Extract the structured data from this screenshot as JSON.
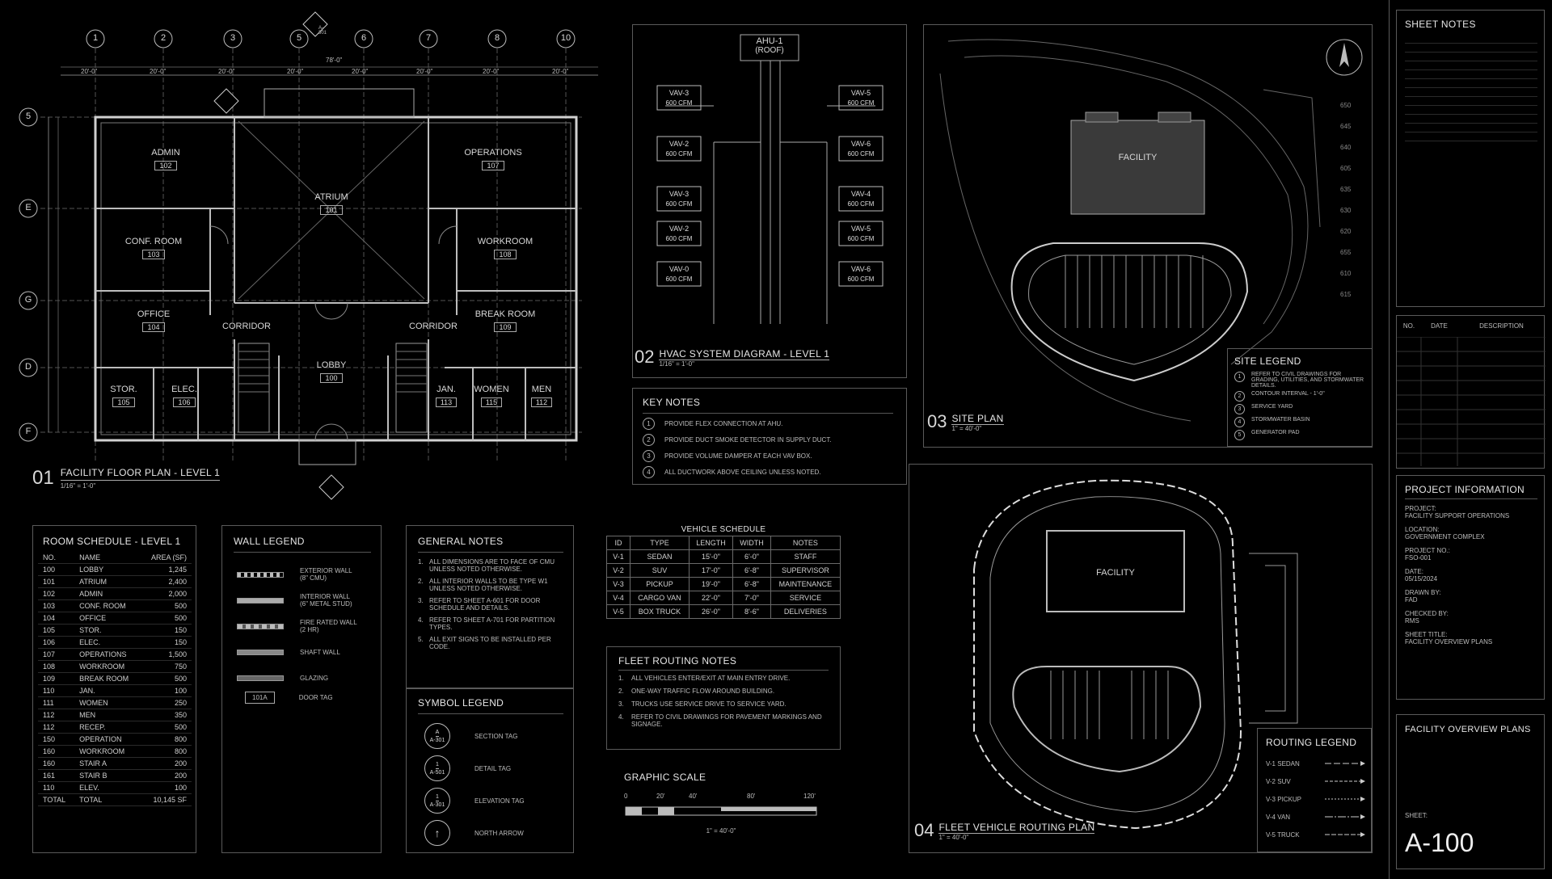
{
  "floor_plan": {
    "title": "FACILITY FLOOR PLAN - LEVEL 1",
    "num": "01",
    "scale": "1/16\" = 1'-0\"",
    "grid_cols": [
      "1",
      "2",
      "3",
      "5",
      "6",
      "7",
      "8",
      "10"
    ],
    "grid_rows": [
      "5",
      "E",
      "G",
      "D",
      "F"
    ],
    "dims": [
      "20'-0\"",
      "20'-0\"",
      "20'-0\"",
      "20'-0\"",
      "20'-0\"",
      "20'-0\"",
      "20'-0\"",
      "20'-0\""
    ],
    "dim_overall": "78'-0\"",
    "rooms": [
      {
        "name": "ADMIN",
        "num": "102"
      },
      {
        "name": "OPERATIONS",
        "num": "107"
      },
      {
        "name": "ATRIUM",
        "num": "101"
      },
      {
        "name": "CONF. ROOM",
        "num": "103"
      },
      {
        "name": "WORKROOM",
        "num": "108"
      },
      {
        "name": "OFFICE",
        "num": "104"
      },
      {
        "name": "BREAK ROOM",
        "num": "109"
      },
      {
        "name": "STOR.",
        "num": "105"
      },
      {
        "name": "ELEC.",
        "num": "106"
      },
      {
        "name": "LOBBY",
        "num": "100"
      },
      {
        "name": "JAN.",
        "num": "113"
      },
      {
        "name": "WOMEN",
        "num": "115"
      },
      {
        "name": "MEN",
        "num": "112"
      }
    ],
    "corridor_left": "CORRIDOR",
    "corridor_right": "CORRIDOR",
    "section_tag": "A-301"
  },
  "hvac": {
    "num": "02",
    "title": "HVAC SYSTEM DIAGRAM - LEVEL 1",
    "scale": "1/16\" = 1'-0\"",
    "ahu": "AHU-1",
    "ahu_sub": "(ROOF)",
    "left_boxes": [
      {
        "l1": "VAV-3",
        "l2": "600 CFM"
      },
      {
        "l1": "VAV-2",
        "l2": "600 CFM"
      },
      {
        "l1": "VAV-3",
        "l2": "600 CFM"
      },
      {
        "l1": "VAV-2",
        "l2": "600 CFM"
      },
      {
        "l1": "VAV-0",
        "l2": "600 CFM"
      }
    ],
    "right_boxes": [
      {
        "l1": "VAV-5",
        "l2": "600 CFM"
      },
      {
        "l1": "VAV-6",
        "l2": "600 CFM"
      },
      {
        "l1": "VAV-4",
        "l2": "600 CFM"
      },
      {
        "l1": "VAV-5",
        "l2": "600 CFM"
      },
      {
        "l1": "VAV-6",
        "l2": "600 CFM"
      }
    ]
  },
  "key_notes": {
    "title": "KEY NOTES",
    "items": [
      {
        "n": "1",
        "t": "PROVIDE FLEX CONNECTION AT AHU."
      },
      {
        "n": "2",
        "t": "PROVIDE DUCT SMOKE DETECTOR IN SUPPLY DUCT."
      },
      {
        "n": "3",
        "t": "PROVIDE VOLUME DAMPER AT EACH VAV BOX."
      },
      {
        "n": "4",
        "t": "ALL DUCTWORK ABOVE CEILING UNLESS NOTED."
      }
    ]
  },
  "site_plan": {
    "num": "03",
    "title": "SITE PLAN",
    "scale": "1\" = 40'-0\"",
    "facility": "FACILITY",
    "contours": [
      "650",
      "645",
      "640",
      "605",
      "635",
      "630",
      "620",
      "655",
      "610",
      "615"
    ],
    "legend_title": "SITE LEGEND",
    "legend": [
      {
        "n": "1",
        "t": "REFER TO CIVIL DRAWINGS FOR GRADING, UTILITIES, AND STORMWATER DETAILS."
      },
      {
        "n": "2",
        "t": "CONTOUR INTERVAL - 1'-0\""
      },
      {
        "n": "3",
        "t": "SERVICE YARD"
      },
      {
        "n": "4",
        "t": "STORMWATER BASIN"
      },
      {
        "n": "5",
        "t": "GENERATOR PAD"
      }
    ]
  },
  "room_schedule": {
    "title": "ROOM SCHEDULE - LEVEL 1",
    "headers": [
      "NO.",
      "NAME",
      "AREA (SF)"
    ],
    "rows": [
      [
        "100",
        "LOBBY",
        "1,245"
      ],
      [
        "101",
        "ATRIUM",
        "2,400"
      ],
      [
        "102",
        "ADMIN",
        "2,000"
      ],
      [
        "103",
        "CONF. ROOM",
        "500"
      ],
      [
        "104",
        "OFFICE",
        "500"
      ],
      [
        "105",
        "STOR.",
        "150"
      ],
      [
        "106",
        "ELEC.",
        "150"
      ],
      [
        "107",
        "OPERATIONS",
        "1,500"
      ],
      [
        "108",
        "WORKROOM",
        "750"
      ],
      [
        "109",
        "BREAK ROOM",
        "500"
      ],
      [
        "110",
        "JAN.",
        "100"
      ],
      [
        "111",
        "WOMEN",
        "250"
      ],
      [
        "112",
        "MEN",
        "350"
      ],
      [
        "112",
        "RECEP.",
        "500"
      ],
      [
        "150",
        "OPERATION",
        "800"
      ],
      [
        "160",
        "WORKROOM",
        "800"
      ],
      [
        "160",
        "STAIR A",
        "200"
      ],
      [
        "161",
        "STAIR B",
        "200"
      ],
      [
        "110",
        "ELEV.",
        "100"
      ]
    ],
    "total": [
      "TOTAL",
      "TOTAL",
      "10,145 SF"
    ]
  },
  "wall_legend": {
    "title": "WALL LEGEND",
    "items": [
      {
        "l1": "EXTERIOR WALL",
        "l2": "(8\" CMU)"
      },
      {
        "l1": "INTERIOR WALL",
        "l2": "(6\" METAL STUD)"
      },
      {
        "l1": "FIRE RATED WALL",
        "l2": "(2 HR)"
      },
      {
        "l1": "SHAFT WALL",
        "l2": ""
      },
      {
        "l1": "GLAZING",
        "l2": ""
      }
    ],
    "door_tag": "101A",
    "door_label": "DOOR TAG"
  },
  "general_notes": {
    "title": "GENERAL NOTES",
    "items": [
      {
        "n": "1.",
        "t": "ALL DIMENSIONS ARE TO FACE OF CMU UNLESS NOTED OTHERWISE."
      },
      {
        "n": "2.",
        "t": "ALL INTERIOR WALLS TO BE TYPE W1 UNLESS NOTED OTHERWISE."
      },
      {
        "n": "3.",
        "t": "REFER TO SHEET A-601 FOR DOOR SCHEDULE AND DETAILS."
      },
      {
        "n": "4.",
        "t": "REFER TO SHEET A-701 FOR PARTITION TYPES."
      },
      {
        "n": "5.",
        "t": "ALL EXIT SIGNS TO BE INSTALLED PER CODE."
      }
    ]
  },
  "symbol_legend": {
    "title": "SYMBOL LEGEND",
    "items": [
      {
        "top": "A",
        "bot": "A-301",
        "label": "SECTION TAG"
      },
      {
        "top": "1",
        "bot": "A-501",
        "label": "DETAIL TAG"
      },
      {
        "top": "1",
        "bot": "A-301",
        "label": "ELEVATION TAG"
      },
      {
        "top": "",
        "bot": "",
        "label": "NORTH ARROW"
      }
    ]
  },
  "vehicle_schedule": {
    "title": "VEHICLE SCHEDULE",
    "headers": [
      "ID",
      "TYPE",
      "LENGTH",
      "WIDTH",
      "NOTES"
    ],
    "rows": [
      [
        "V-1",
        "SEDAN",
        "15'-0\"",
        "6'-0\"",
        "STAFF"
      ],
      [
        "V-2",
        "SUV",
        "17'-0\"",
        "6'-8\"",
        "SUPERVISOR"
      ],
      [
        "V-3",
        "PICKUP",
        "19'-0\"",
        "6'-8\"",
        "MAINTENANCE"
      ],
      [
        "V-4",
        "CARGO VAN",
        "22'-0\"",
        "7'-0\"",
        "SERVICE"
      ],
      [
        "V-5",
        "BOX TRUCK",
        "26'-0\"",
        "8'-6\"",
        "DELIVERIES"
      ]
    ]
  },
  "fleet_notes": {
    "title": "FLEET ROUTING NOTES",
    "items": [
      {
        "n": "1.",
        "t": "ALL VEHICLES ENTER/EXIT AT MAIN ENTRY DRIVE."
      },
      {
        "n": "2.",
        "t": "ONE-WAY TRAFFIC FLOW AROUND BUILDING."
      },
      {
        "n": "3.",
        "t": "TRUCKS USE SERVICE DRIVE TO SERVICE YARD."
      },
      {
        "n": "4.",
        "t": "REFER TO CIVIL DRAWINGS FOR PAVEMENT MARKINGS AND SIGNAGE."
      }
    ]
  },
  "graphic_scale": {
    "title": "GRAPHIC SCALE",
    "ticks": [
      "0",
      "20'",
      "40'",
      "80'",
      "120'"
    ],
    "scale": "1\" = 40'-0\""
  },
  "routing_plan": {
    "num": "04",
    "title": "FLEET VEHICLE ROUTING PLAN",
    "scale": "1\" = 40'-0\"",
    "facility": "FACILITY",
    "legend_title": "ROUTING LEGEND",
    "legend": [
      "V-1 SEDAN",
      "V-2 SUV",
      "V-3 PICKUP",
      "V-4 VAN",
      "V-5 TRUCK"
    ]
  },
  "title_block": {
    "sheet_notes": "SHEET NOTES",
    "rev_headers": [
      "NO.",
      "DATE",
      "DESCRIPTION"
    ],
    "project_info": "PROJECT INFORMATION",
    "fields": [
      {
        "label": "PROJECT:",
        "value": "FACILITY SUPPORT OPERATIONS"
      },
      {
        "label": "LOCATION:",
        "value": "GOVERNMENT COMPLEX"
      },
      {
        "label": "PROJECT NO.:",
        "value": "FSO-001"
      },
      {
        "label": "DATE:",
        "value": "05/15/2024"
      },
      {
        "label": "DRAWN BY:",
        "value": "FAD"
      },
      {
        "label": "CHECKED BY:",
        "value": "RMS"
      },
      {
        "label": "SHEET TITLE:",
        "value": "FACILITY OVERVIEW PLANS"
      }
    ],
    "sheet_title_big": "FACILITY OVERVIEW PLANS",
    "sheet_label": "SHEET:",
    "sheet_number": "A-100"
  },
  "colors": {
    "bg": "#000000",
    "line": "#8a8a8a",
    "text": "#d8d8d8"
  }
}
